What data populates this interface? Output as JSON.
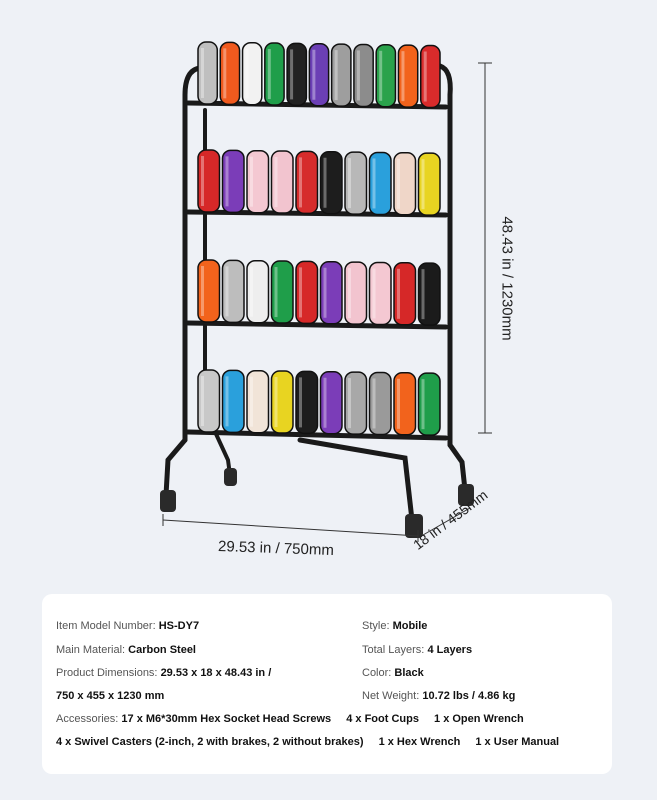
{
  "dimensions": {
    "width": "29.53 in / 750mm",
    "depth": "18 in / 455mm",
    "height": "48.43 in / 1230mm"
  },
  "specs": {
    "model_label": "Item Model Number:",
    "model_value": "HS-DY7",
    "material_label": "Main Material:",
    "material_value": "Carbon Steel",
    "product_dim_label": "Product Dimensions:",
    "product_dim_value_1": "29.53 x 18 x 48.43 in /",
    "product_dim_value_2": "750 x 455 x 1230 mm",
    "style_label": "Style:",
    "style_value": "Mobile",
    "layers_label": "Total Layers:",
    "layers_value": "4 Layers",
    "color_label": "Color:",
    "color_value": "Black",
    "weight_label": "Net Weight:",
    "weight_value": "10.72 lbs / 4.86 kg",
    "accessories_label": "Accessories:",
    "accessories_line1": [
      "17 x M6*30mm Hex Socket Head Screws",
      "4 x Foot Cups",
      "1 x Open Wrench"
    ],
    "accessories_line2": [
      "4 x Swivel Casters (2-inch, 2 with brakes, 2 without brakes)",
      "1 x Hex Wrench",
      "1 x User Manual"
    ]
  },
  "spool_rows": [
    [
      "#bfbfbf",
      "#f05a1e",
      "#f2f2f2",
      "#1f9e4a",
      "#222222",
      "#6b3fb5",
      "#9e9e9e",
      "#8c8c8c",
      "#2aa24b",
      "#f2631c",
      "#d92b2b"
    ],
    [
      "#d62828",
      "#7b3db8",
      "#f4c8d2",
      "#f2c4cf",
      "#d62c2c",
      "#1d1d1d",
      "#b8b8b8",
      "#2aa0dc",
      "#efd6c8",
      "#e8d421"
    ],
    [
      "#f2631c",
      "#bdbdbd",
      "#eeeeee",
      "#1f9e4a",
      "#d62828",
      "#7b3db8",
      "#f2c4cf",
      "#f4c8d2",
      "#d62828",
      "#1b1b1b"
    ],
    [
      "#c8c8c8",
      "#2aa0dc",
      "#f1e4d8",
      "#e8d421",
      "#1d1d1d",
      "#7b3db8",
      "#a8a8a8",
      "#9a9a9a",
      "#f2631c",
      "#1f9e4a"
    ]
  ]
}
